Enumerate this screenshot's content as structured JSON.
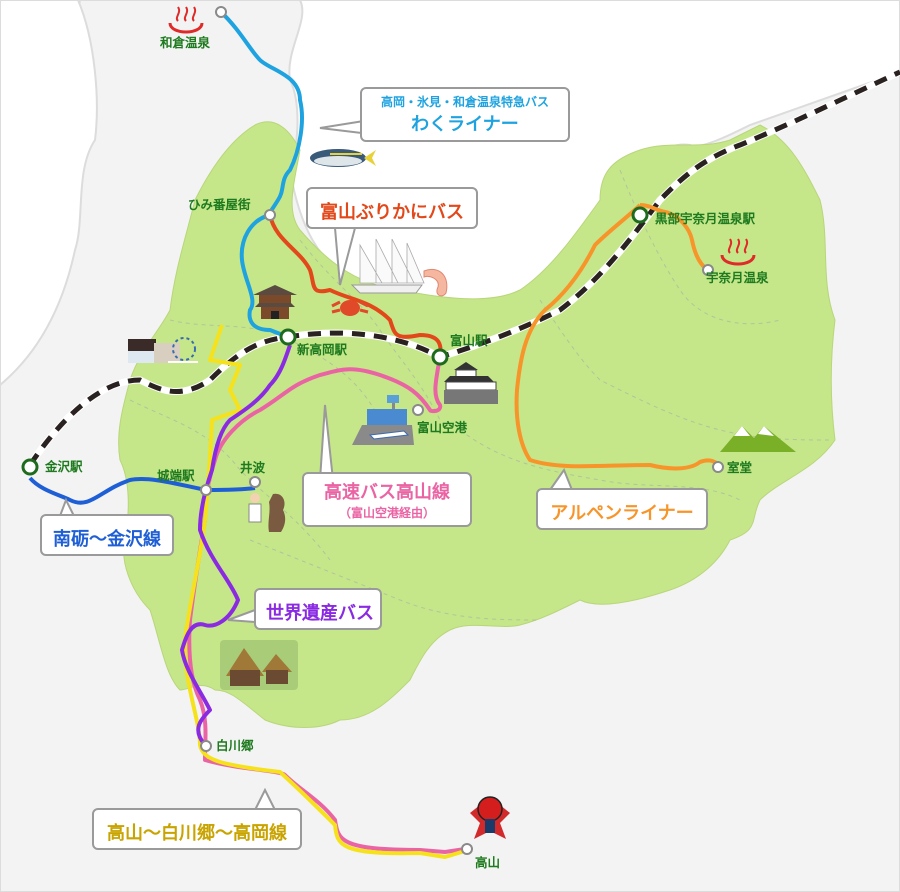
{
  "map": {
    "title": "富山県 バス路線マップ",
    "colors": {
      "land_toyama": "#c6e68a",
      "land_other": "#f3f3f3",
      "sea": "#ffffff",
      "border": "#dcdcdc",
      "station_label": "#1e7a1e",
      "railway_dash": "#2a2220"
    },
    "routes": [
      {
        "id": "waku",
        "name_line1": "高岡・氷見・和倉温泉特急バス",
        "name_line2": "わくライナー",
        "color": "#1ea3e0"
      },
      {
        "id": "buri",
        "name": "富山ぶりかにバス",
        "color": "#e3481a"
      },
      {
        "id": "takayama-express",
        "name": "高速バス高山線",
        "subname": "（富山空港経由）",
        "color": "#ea64a4"
      },
      {
        "id": "alpen",
        "name": "アルペンライナー",
        "color": "#f7952b"
      },
      {
        "id": "nanto",
        "name": "南砺～金沢線",
        "color": "#1f5fd6"
      },
      {
        "id": "sekai",
        "name": "世界遺産バス",
        "color": "#8a2be2"
      },
      {
        "id": "takayama-shirakawa",
        "name": "高山～白川郷～高岡線",
        "color": "#f5e21c",
        "label_color": "#c9a400"
      }
    ],
    "stations": [
      {
        "id": "wakura",
        "name": "和倉温泉",
        "type": "stop"
      },
      {
        "id": "himi",
        "name": "ひみ番屋街",
        "type": "stop"
      },
      {
        "id": "shin-takaoka",
        "name": "新高岡駅",
        "type": "rail"
      },
      {
        "id": "toyama",
        "name": "富山駅",
        "type": "rail"
      },
      {
        "id": "kurobe",
        "name": "黒部宇奈月温泉駅",
        "type": "rail"
      },
      {
        "id": "unazuki",
        "name": "宇奈月温泉",
        "type": "stop"
      },
      {
        "id": "toyama-airport",
        "name": "富山空港",
        "type": "stop"
      },
      {
        "id": "murodo",
        "name": "室堂",
        "type": "stop"
      },
      {
        "id": "kanazawa",
        "name": "金沢駅",
        "type": "rail"
      },
      {
        "id": "johana",
        "name": "城端駅",
        "type": "stop"
      },
      {
        "id": "inami",
        "name": "井波",
        "type": "stop"
      },
      {
        "id": "shirakawago",
        "name": "白川郷",
        "type": "stop"
      },
      {
        "id": "takayama",
        "name": "高山",
        "type": "stop"
      }
    ],
    "illustrations": [
      "hot-spring-icon",
      "yellowtail-fish",
      "sailing-ship",
      "shrimp",
      "snow-crab",
      "zuiryuji-temple",
      "amusement-park",
      "toyama-castle",
      "airport",
      "snowy-mountains",
      "woodcarver",
      "gassho-houses",
      "sarubobo-doll"
    ]
  }
}
